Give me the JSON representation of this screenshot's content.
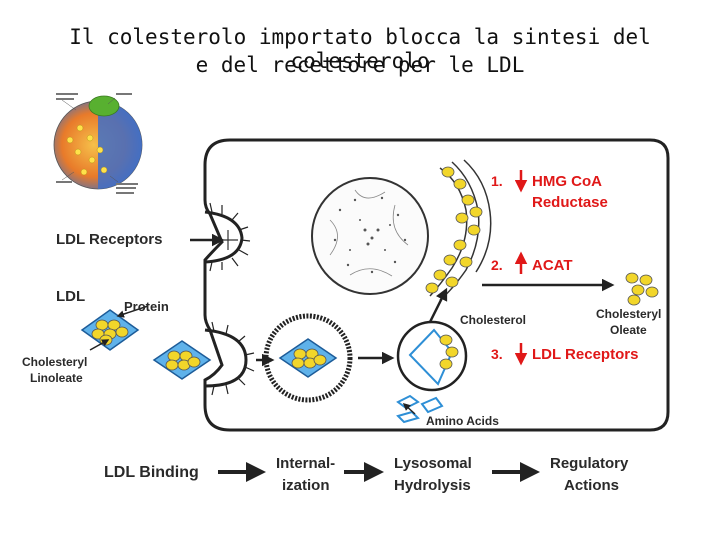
{
  "title": {
    "line1": "Il colesterolo importato blocca la sintesi del colesterolo",
    "line2": "e del recettore per le LDL"
  },
  "labels": {
    "ldl_receptors": "LDL Receptors",
    "ldl": "LDL",
    "protein": "Protein",
    "cholesteryl_linoleate_1": "Cholesteryl",
    "cholesteryl_linoleate_2": "Linoleate",
    "cholesterol": "Cholesterol",
    "cholesteryl_oleate_1": "Cholesteryl",
    "cholesteryl_oleate_2": "Oleate",
    "amino_acids": "Amino Acids"
  },
  "regulation": [
    {
      "num": "1.",
      "direction": "down",
      "text1": "HMG CoA",
      "text2": "Reductase"
    },
    {
      "num": "2.",
      "direction": "up",
      "text1": "ACAT",
      "text2": ""
    },
    {
      "num": "3.",
      "direction": "down",
      "text1": "LDL Receptors",
      "text2": ""
    }
  ],
  "steps": {
    "binding": "LDL Binding",
    "internalization_1": "Internal-",
    "internalization_2": "ization",
    "hydrolysis_1": "Lysosomal",
    "hydrolysis_2": "Hydrolysis",
    "regulatory_1": "Regulatory",
    "regulatory_2": "Actions"
  },
  "colors": {
    "accent_red": "#e01818",
    "cholesterol_yellow": "#f2d62a",
    "protein_blue": "#2e8fd6",
    "outline": "#222222"
  }
}
